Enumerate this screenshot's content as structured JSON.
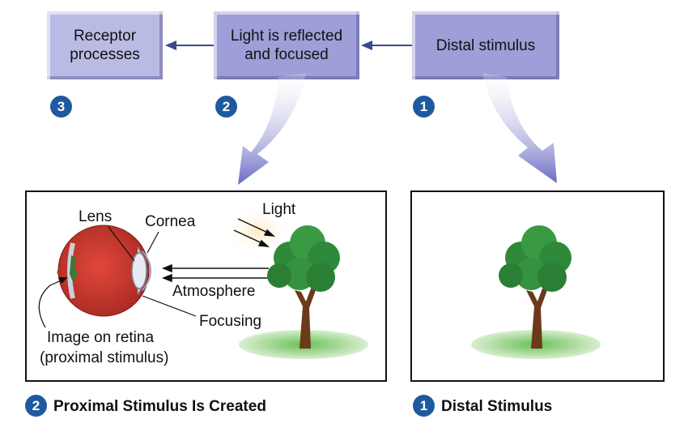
{
  "boxes": {
    "receptor": {
      "line1": "Receptor",
      "line2": "processes"
    },
    "light": {
      "line1": "Light is reflected",
      "line2": "and focused"
    },
    "distal": {
      "line1": "Distal stimulus"
    }
  },
  "badges": {
    "step1": "1",
    "step2": "2",
    "step3": "3"
  },
  "labels": {
    "lens": "Lens",
    "cornea": "Cornea",
    "light": "Light",
    "atmosphere": "Atmosphere",
    "focusing": "Focusing",
    "retina_line1": "Image on retina",
    "retina_line2": "(proximal stimulus)"
  },
  "captions": {
    "left_number": "2",
    "left_text": "Proximal Stimulus Is Created",
    "right_number": "1",
    "right_text": "Distal Stimulus"
  },
  "colors": {
    "box_light": "#9e9ed8",
    "box_pale": "#b9bbe4",
    "badge": "#1f5aa0",
    "flow_arrow": "#6a6ac4",
    "eyeball": "#c8342a",
    "tree_leaves": "#2e8a3a",
    "grass": "#7ec46a"
  },
  "icons": [
    "eye-illustration",
    "tree-illustration",
    "grass-patch-illustration",
    "curved-arrow-icon"
  ]
}
